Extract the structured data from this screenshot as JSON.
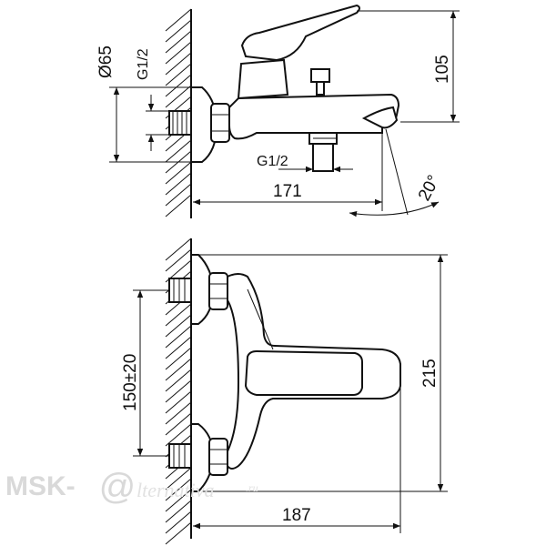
{
  "diagram": {
    "dimensions": {
      "diameter": "Ø65",
      "thread_top": "G1/2",
      "height": "105",
      "thread_spout": "G1/2",
      "depth": "171",
      "angle": "20°",
      "spacing": "150±20",
      "total_height": "215",
      "total_depth": "187"
    },
    "watermark": {
      "brand": "MSK-",
      "at": "@",
      "site": "lternativa",
      "tld": ".ru"
    }
  }
}
